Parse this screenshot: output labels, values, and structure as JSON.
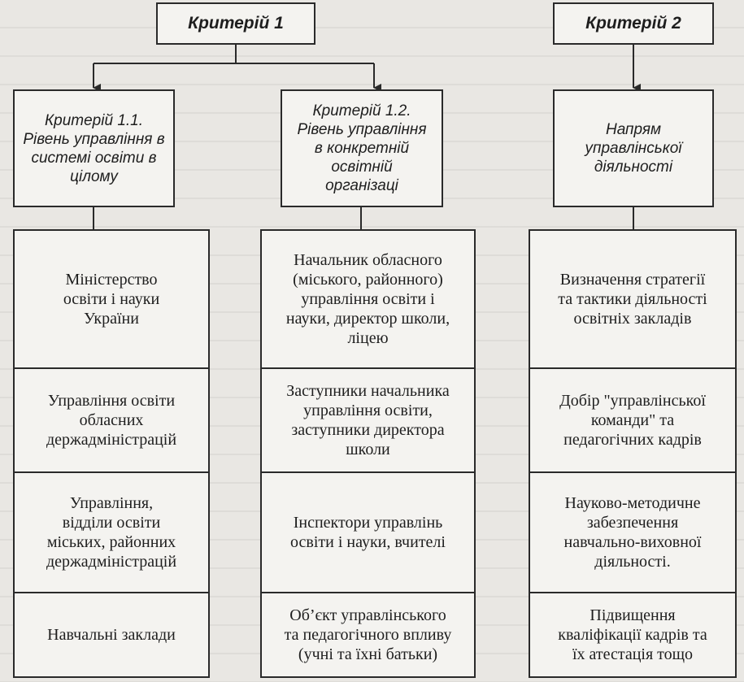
{
  "criteria": {
    "c1": "Критерій 1",
    "c2": "Критерій 2",
    "c11": "Критерій 1.1.\nРівень управління в\nсистемі освіти в\nцілому",
    "c12": "Критерій 1.2.\nРівень управління\nв конкретній\nосвітній\nорганізаці",
    "c2sub": "Напрям\nуправлінської\nдіяльності"
  },
  "columns": {
    "left": [
      "Міністерство\nосвіти і науки\nУкраїни",
      "Управління освіти\nобласних\nдержадміністрацій",
      "Управління,\nвідділи освіти\nміських, районних\nдержадміністрацій",
      "Навчальні заклади"
    ],
    "middle": [
      "Начальник обласного\n(міського, районного)\nуправління освіти і\nнауки, директор школи,\nліцею",
      "Заступники начальника\nуправління освіти,\nзаступники директора\nшколи",
      "Інспектори управлінь\nосвіти і науки, вчителі",
      "Об’єкт управлінського\nта педагогічного впливу\n(учні та їхні батьки)"
    ],
    "right": [
      "Визначення стратегії\nта тактики діяльності\nосвітніх закладів",
      "Добір \"управлінської\nкоманди\" та\nпедагогічних кадрів",
      "Науково-методичне\nзабезпечення\nнавчально-виховної\nдіяльності.",
      "Підвищення\nкваліфікації кадрів та\nїх атестація тощо"
    ]
  }
}
